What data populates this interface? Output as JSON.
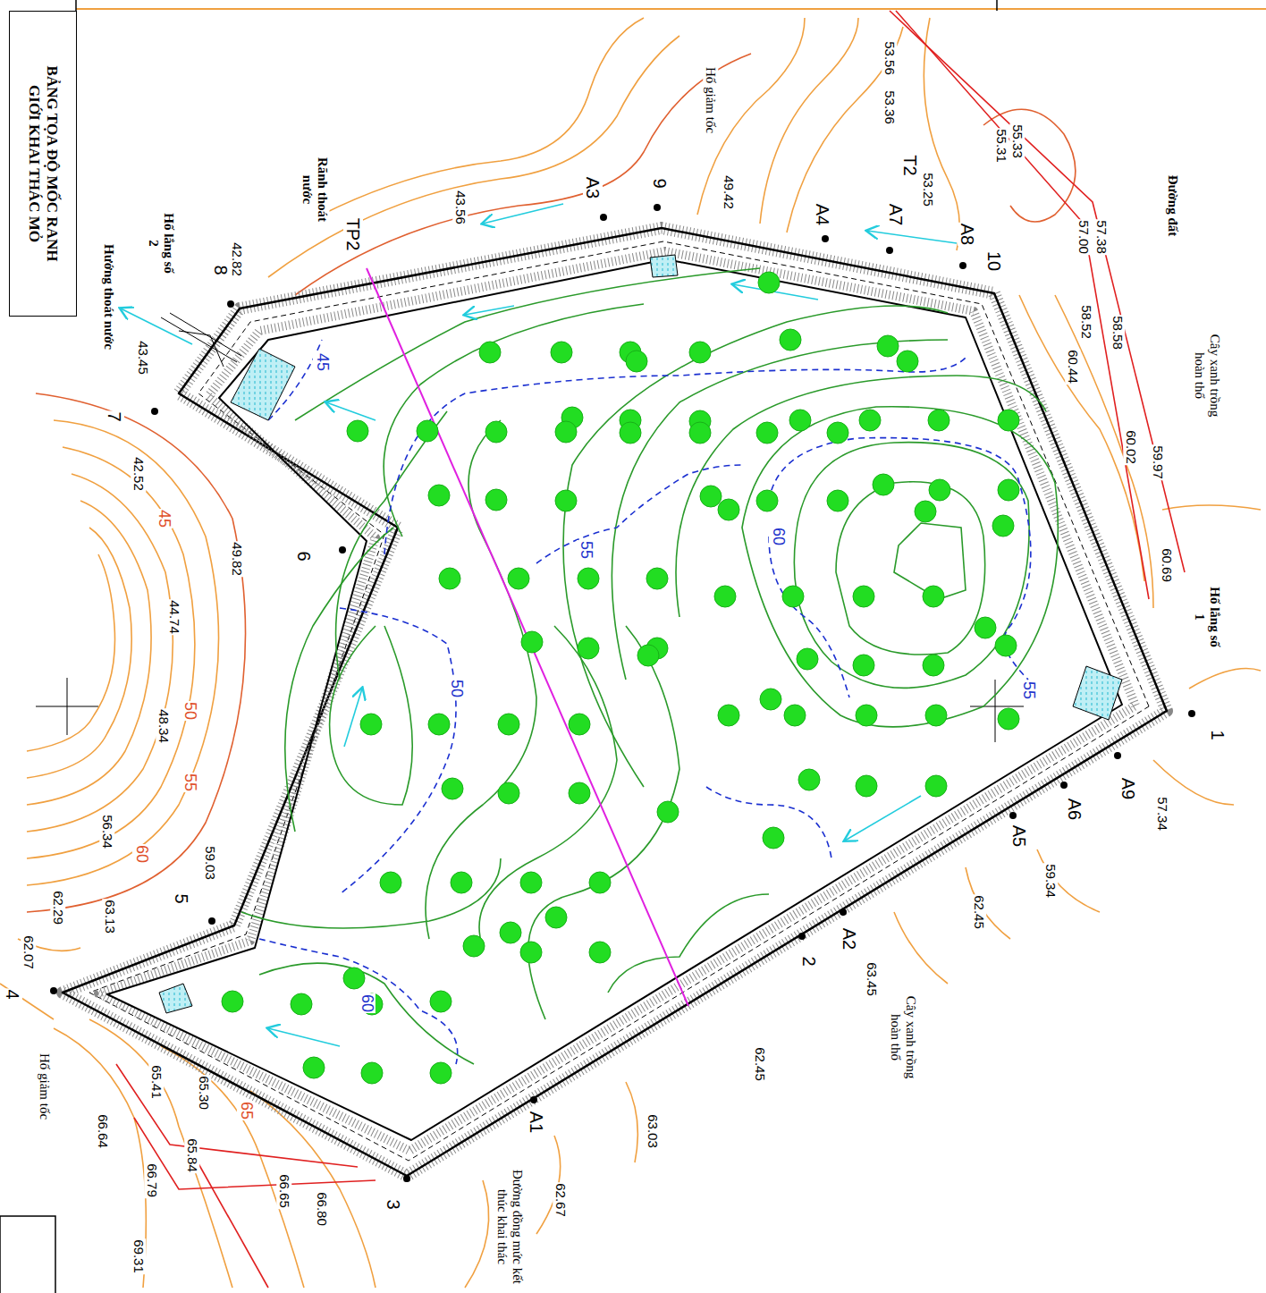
{
  "diagram": {
    "nodes": [
      {
        "text": [
          "BẢNG TỌA ĐỘ MỐC RANH GIỚI KHAI THÁC MỎ"
        ]
      }
    ],
    "labels": [
      "53.56",
      "53.36",
      "55.33",
      "55.31",
      "Hố giảm tốc",
      "49.42",
      "T2",
      "53.25",
      "Đường đất",
      "57.38",
      "57.00",
      "A3",
      "9",
      "A4",
      "A7",
      "A8",
      "10",
      "43.56",
      "Rãnh thoát nước",
      "TP2",
      "Hố lắng số 2",
      "42.82",
      "8",
      "Hướng thoát nước",
      "43.45",
      "7",
      "42.52",
      "45",
      "49.82",
      "6",
      "44.74",
      "50",
      "48.34",
      "55",
      "56.34",
      "60",
      "59.03",
      "5",
      "62.29",
      "63.13",
      "62.07",
      "4",
      "Hố giảm tốc",
      "65.41",
      "65.30",
      "65",
      "66.64",
      "65.84",
      "66.79",
      "66.65",
      "66.80",
      "69.31",
      "3",
      "A1",
      "63.03",
      "62.67",
      "Đường đồng mức kết thúc khai thác",
      "62.45",
      "Cây xanh trồng hoàn thổ",
      "63.45",
      "A2",
      "2",
      "62.45",
      "59.34",
      "A5",
      "A6",
      "A9",
      "57.34",
      "1",
      "Hố lắng số 1",
      "Cây xanh trồng hoàn thổ",
      "58.52",
      "58.58",
      "60.44",
      "60.02",
      "59.97",
      "60.69",
      "45",
      "50",
      "55",
      "60",
      "55",
      "60"
    ]
  }
}
